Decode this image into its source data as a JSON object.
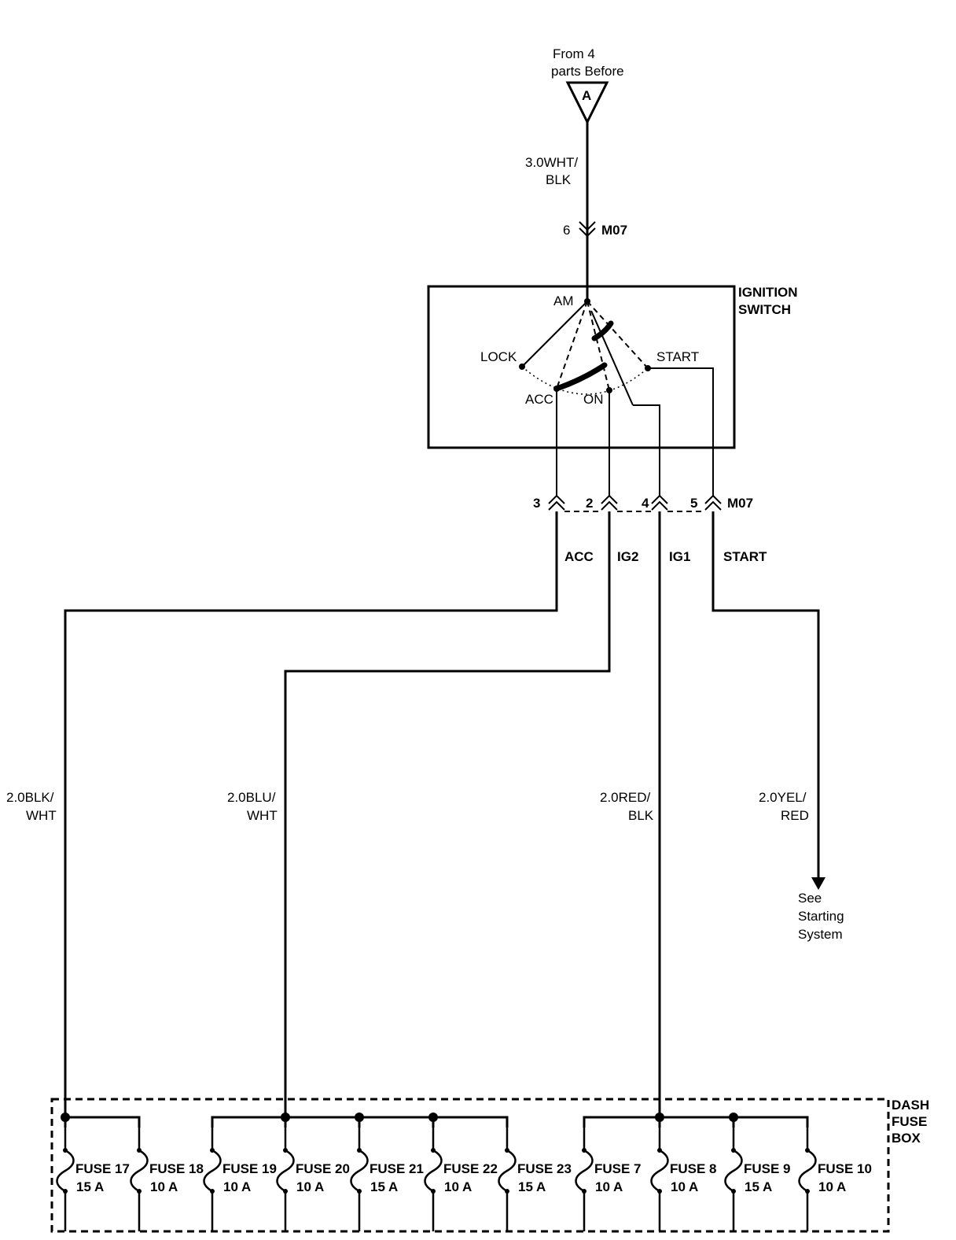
{
  "source": {
    "label_line1": "From 4",
    "label_line2": "parts  Before",
    "connector_letter": "A"
  },
  "feed_wire": {
    "line1": "3.0WHT/",
    "line2": "BLK"
  },
  "top_connector": {
    "pin": "6",
    "name": "M07"
  },
  "ignition_switch": {
    "title_line1": "IGNITION",
    "title_line2": "SWITCH",
    "positions": {
      "am": "AM",
      "lock": "LOCK",
      "acc": "ACC",
      "on": "ON",
      "start": "START"
    }
  },
  "bottom_connector": {
    "name": "M07",
    "pins": [
      {
        "pin": "3",
        "circuit": "ACC"
      },
      {
        "pin": "2",
        "circuit": "IG2"
      },
      {
        "pin": "4",
        "circuit": "IG1"
      },
      {
        "pin": "5",
        "circuit": "START"
      }
    ]
  },
  "wires": [
    {
      "line1": "2.0BLK/",
      "line2": "WHT"
    },
    {
      "line1": "2.0BLU/",
      "line2": "WHT"
    },
    {
      "line1": "2.0RED/",
      "line2": "BLK"
    },
    {
      "line1": "2.0YEL/",
      "line2": "RED"
    }
  ],
  "start_destination": {
    "line1": "See",
    "line2": "Starting",
    "line3": "System"
  },
  "fuse_box": {
    "title_line1": "DASH",
    "title_line2": "FUSE",
    "title_line3": "BOX",
    "fuses": [
      {
        "name": "FUSE 17",
        "rating": "15 A"
      },
      {
        "name": "FUSE 18",
        "rating": "10 A"
      },
      {
        "name": "FUSE 19",
        "rating": "10 A"
      },
      {
        "name": "FUSE 20",
        "rating": "10 A"
      },
      {
        "name": "FUSE 21",
        "rating": "15 A"
      },
      {
        "name": "FUSE 22",
        "rating": "10 A"
      },
      {
        "name": "FUSE 23",
        "rating": "15 A"
      },
      {
        "name": "FUSE 7",
        "rating": "10 A"
      },
      {
        "name": "FUSE 8",
        "rating": "10 A"
      },
      {
        "name": "FUSE 9",
        "rating": "15 A"
      },
      {
        "name": "FUSE 10",
        "rating": "10 A"
      }
    ]
  }
}
